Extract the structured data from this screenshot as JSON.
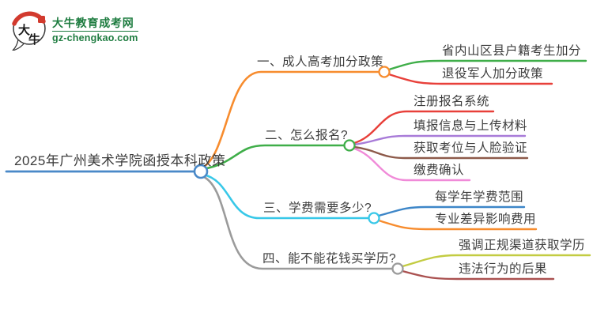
{
  "logo": {
    "site_name": "大牛教育成考网",
    "site_url": "gz-chengkao.com",
    "mark_line1": "大",
    "mark_line2": "牛",
    "brand_color": "#1e7c40",
    "seal_color": "#d23a2e"
  },
  "central": {
    "label": "2025年广州美术学院函授本科政策",
    "color": "#4a89c8"
  },
  "branches": [
    {
      "label": "一、成人高考加分政策",
      "color": "#f78c2e",
      "children": [
        {
          "label": "省内山区县户籍考生加分",
          "color": "#3fae49"
        },
        {
          "label": "退役军人加分政策",
          "color": "#e8403a"
        }
      ]
    },
    {
      "label": "二、怎么报名?",
      "color": "#3fae49",
      "children": [
        {
          "label": "注册报名系统",
          "color": "#e8403a"
        },
        {
          "label": "填报信息与上传材料",
          "color": "#a87bd8"
        },
        {
          "label": "获取考位与人脸验证",
          "color": "#8d5a4a"
        },
        {
          "label": "缴费确认",
          "color": "#f08ad8"
        }
      ]
    },
    {
      "label": "三、学费需要多少?",
      "color": "#38c8e8",
      "children": [
        {
          "label": "每学年学费范围",
          "color": "#3d86c8"
        },
        {
          "label": "专业差异影响费用",
          "color": "#f78c2e"
        }
      ]
    },
    {
      "label": "四、能不能花钱买学历?",
      "color": "#9b9b9b",
      "children": [
        {
          "label": "强调正规渠道获取学历",
          "color": "#c3cc42"
        },
        {
          "label": "违法行为的后果",
          "color": "#aa5150"
        }
      ]
    }
  ]
}
